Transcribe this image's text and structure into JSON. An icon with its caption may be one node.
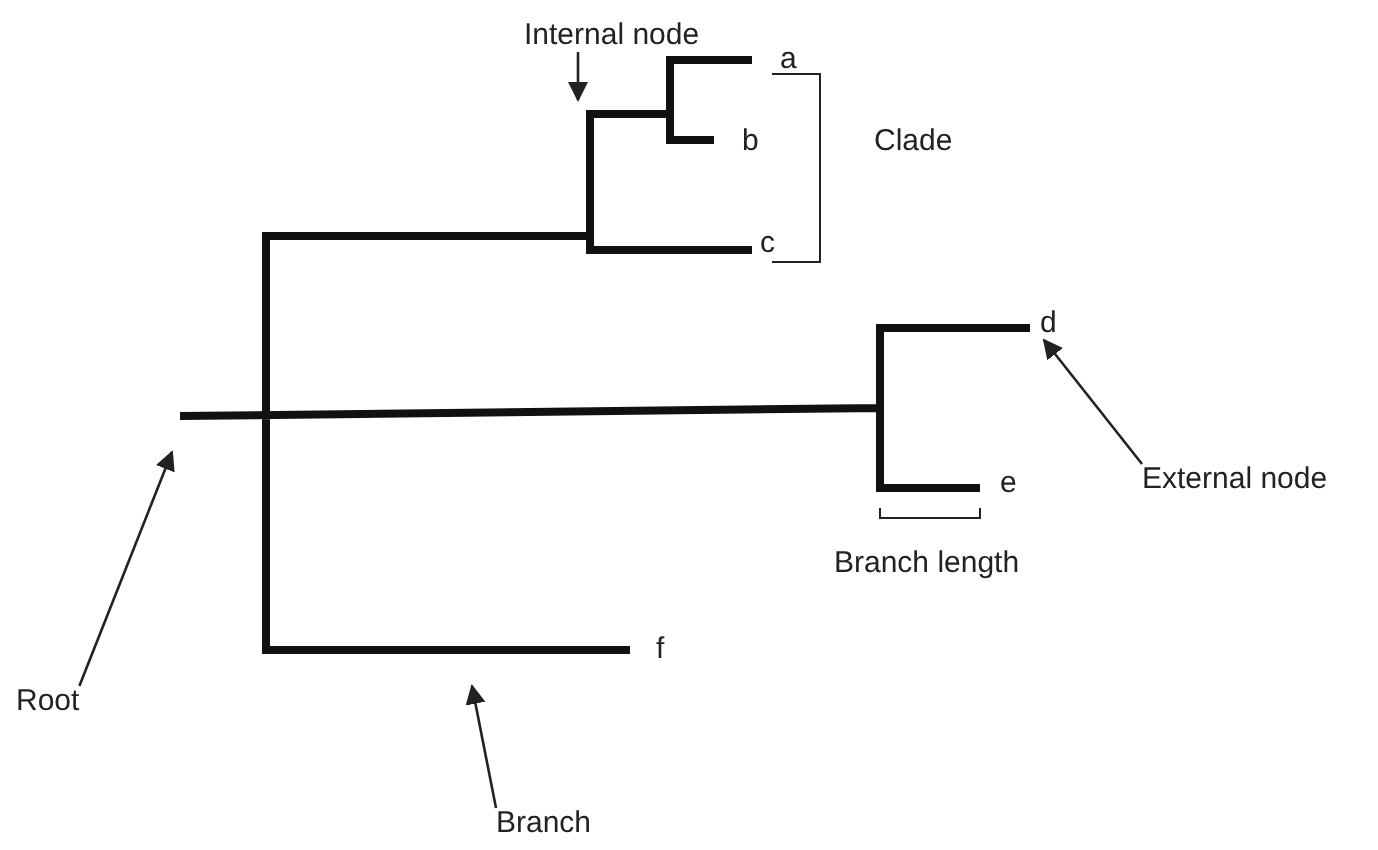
{
  "diagram": {
    "nodes": [
      {
        "text": [
          "Internal node"
        ]
      },
      {
        "text": [
          "External node"
        ]
      },
      {
        "text": [
          "Root"
        ]
      },
      {
        "text": [
          "Branch"
        ]
      },
      {
        "text": [
          "d"
        ]
      }
    ],
    "edges": [
      {
        "from": 0,
        "to": null,
        "arrow": "to"
      },
      {
        "from": 1,
        "to": 4,
        "arrow": "to"
      },
      {
        "from": 2,
        "to": null,
        "arrow": "to"
      },
      {
        "from": 3,
        "to": null,
        "arrow": "to"
      }
    ],
    "labels": [
      "a",
      "b",
      "Clade",
      "c",
      "e",
      "Branch length",
      "f"
    ]
  }
}
